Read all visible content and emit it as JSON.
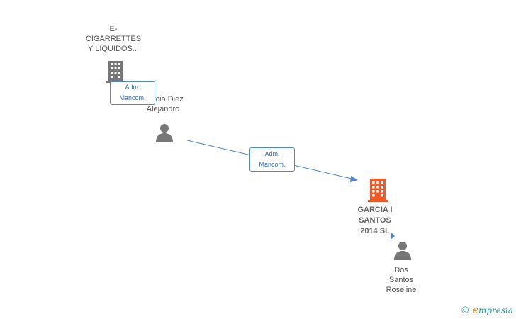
{
  "nodes": {
    "company_top": {
      "label": "E-\nCIGARRETTES\nY LIQUIDOS..."
    },
    "person_garcia": {
      "label": "Garcia Diez\nAlejandro"
    },
    "company_main": {
      "label": "GARCIA I\nSANTOS\n2014  SL"
    },
    "person_dos": {
      "label": "Dos\nSantos\nRoseline"
    }
  },
  "edges": {
    "edge1": {
      "label": "Adm.\nMancom."
    },
    "edge2": {
      "label": "Adm.\nMancom."
    }
  },
  "colors": {
    "company_gray": "#777777",
    "company_main": "#f05a28",
    "person": "#777777",
    "edge": "#4a86d8"
  },
  "watermark": {
    "copyright": "©",
    "brand_initial": "e",
    "brand_rest": "mpresia"
  }
}
